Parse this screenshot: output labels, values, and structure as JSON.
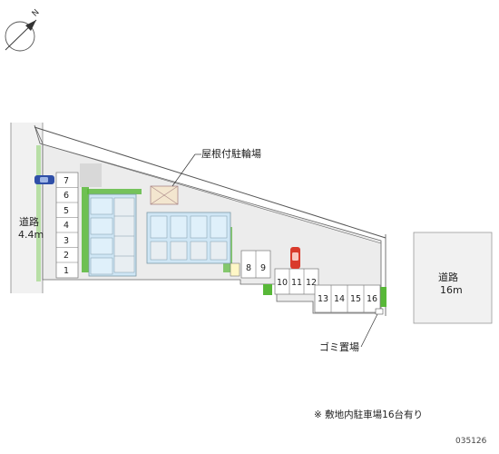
{
  "labels": {
    "road_left": "道路",
    "road_left_width": "4.4m",
    "road_right": "道路",
    "road_right_width": "16m",
    "bike_parking": "屋根付駐輪場",
    "garbage": "ゴミ置場",
    "north_letter": "N"
  },
  "footer": {
    "note": "※ 敷地内駐車場16台有り",
    "code": "035126"
  },
  "parking": {
    "left_column": [
      "7",
      "6",
      "5",
      "4",
      "3",
      "2",
      "1"
    ],
    "row_top": [
      "8",
      "9"
    ],
    "row_middle": [
      "10",
      "11",
      "12"
    ],
    "row_bottom": [
      "13",
      "14",
      "15",
      "16"
    ]
  },
  "colors": {
    "road": "#f0f0f0",
    "site": "#ececec",
    "building": "#cfe6f5",
    "building_edge": "#7e9aa8",
    "green": "#58b838",
    "car_blue": "#2f4fa8",
    "car_red": "#d93a2c"
  }
}
